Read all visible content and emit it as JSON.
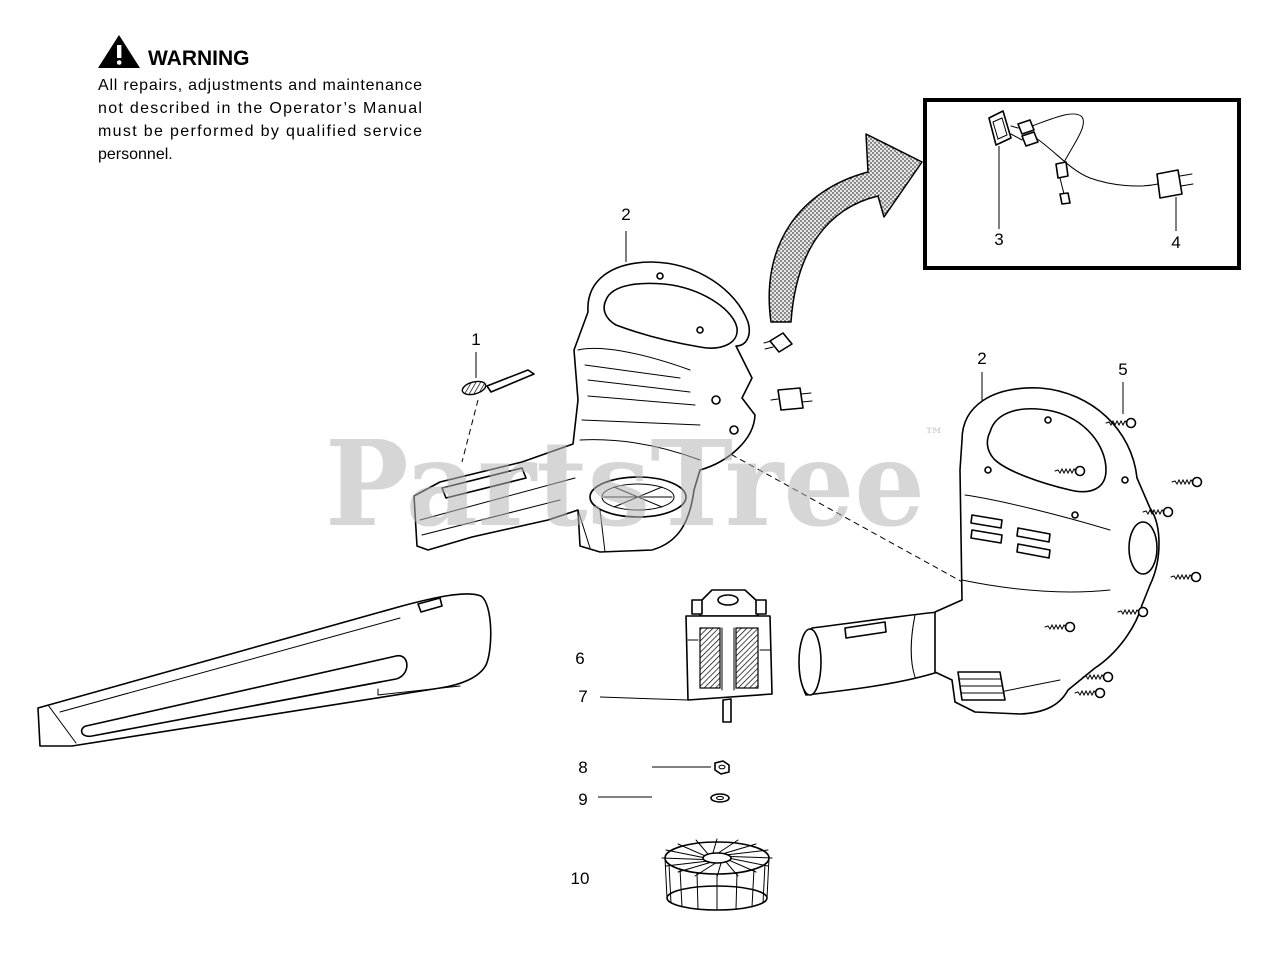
{
  "warning": {
    "title": "WARNING",
    "lines": [
      "All repairs, adjustments and maintenance",
      "not described in the Operator’s Manual",
      "must be performed by qualified service",
      "personnel."
    ]
  },
  "callouts": {
    "part_1": "1",
    "part_2_left": "2",
    "part_2_right": "2",
    "part_3": "3",
    "part_4": "4",
    "part_5": "5",
    "part_6": "6",
    "part_7": "7",
    "part_8": "8",
    "part_9": "9",
    "part_10": "10"
  },
  "watermark": {
    "text": "PartsTree",
    "mark": "™"
  },
  "colors": {
    "ink": "#000000",
    "background": "#ffffff",
    "watermark": "#b4b4b4"
  },
  "icons": {
    "warning": "warning-triangle-icon",
    "callout_arrow": "curved-arrow-icon"
  }
}
